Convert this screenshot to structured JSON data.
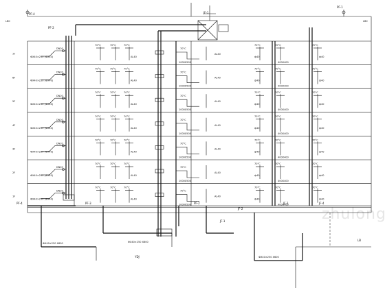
{
  "watermark": "zhulong",
  "top": {
    "pf_left": "PF-4",
    "pf_right": "PF-1",
    "pf_mid": "PF-2",
    "jf_top": "JF-1",
    "box_left": "LB0",
    "box_right": "LB0"
  },
  "floor_labels": [
    "7F",
    "6F",
    "5F",
    "4F",
    "3F",
    "2F",
    "1F"
  ],
  "left_branch_label": "DN20",
  "left_note_label": "ФX40×250 (ФX40)",
  "valve_label": "70°C",
  "riser_label": "AL40",
  "right_small_label": "ф40",
  "mid_duct_label": "1000X500",
  "right_duct_label": "400X400",
  "bottom": {
    "pf_left": "PF-4",
    "pf_a": "PF-3",
    "pf_b": "PF-2",
    "pf_c": "JF-1",
    "pf_d": "JF-2",
    "pf_e": "JF-3",
    "pf_f": "JF-4",
    "duct_a": "ФX40×250 X600",
    "duct_b": "ФX40×250 X600",
    "duct_c": "ФX40×250 X600",
    "mid_text": "YDJ",
    "corner_text": "LB"
  }
}
